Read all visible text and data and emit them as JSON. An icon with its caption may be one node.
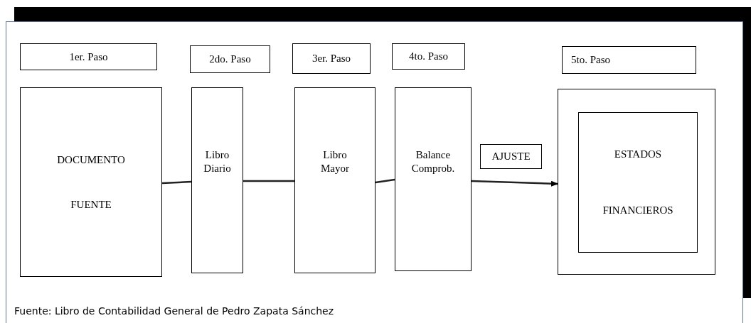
{
  "diagram": {
    "caption": "Fuente: Libro de Contabilidad General de Pedro Zapata Sánchez",
    "nodes": [
      {
        "text": [
          "1er. Paso"
        ]
      },
      {
        "text": [
          "2do. Paso"
        ]
      },
      {
        "text": [
          "3er. Paso"
        ]
      },
      {
        "text": [
          "4to. Paso"
        ]
      },
      {
        "text": [
          "5to. Paso"
        ]
      },
      {
        "text": [
          "DOCUMENTO",
          "FUENTE"
        ]
      },
      {
        "text": [
          "Libro Diario"
        ]
      },
      {
        "text": [
          "Libro Mayor"
        ]
      },
      {
        "text": [
          "Balance Comprob."
        ]
      },
      {
        "text": [
          "AJUSTE"
        ]
      },
      {
        "text": [],
        "shape": "box"
      },
      {
        "text": [
          "ESTADOS",
          "FINANCIEROS"
        ],
        "in": 10
      }
    ],
    "edges": [
      {
        "from": 5,
        "to": 6,
        "arrow": "none"
      },
      {
        "from": 6,
        "to": 7,
        "arrow": "none"
      },
      {
        "from": 7,
        "to": 8,
        "arrow": "none"
      },
      {
        "from": 8,
        "to": 10,
        "arrow": "to"
      }
    ]
  }
}
